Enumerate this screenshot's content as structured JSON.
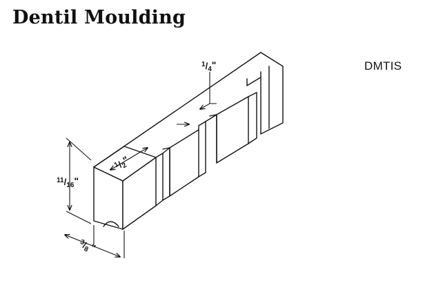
{
  "title": "Dentil Moulding",
  "product_code": "DMTIS",
  "dimensions": {
    "height": {
      "num": "11",
      "den": "16",
      "unit": "\""
    },
    "depth": {
      "num": "3",
      "den": "8",
      "unit": "\""
    },
    "dentil_width": {
      "num": "1",
      "den": "2",
      "unit": "\""
    },
    "gap": {
      "num": "1",
      "den": "4",
      "unit": "\""
    }
  }
}
